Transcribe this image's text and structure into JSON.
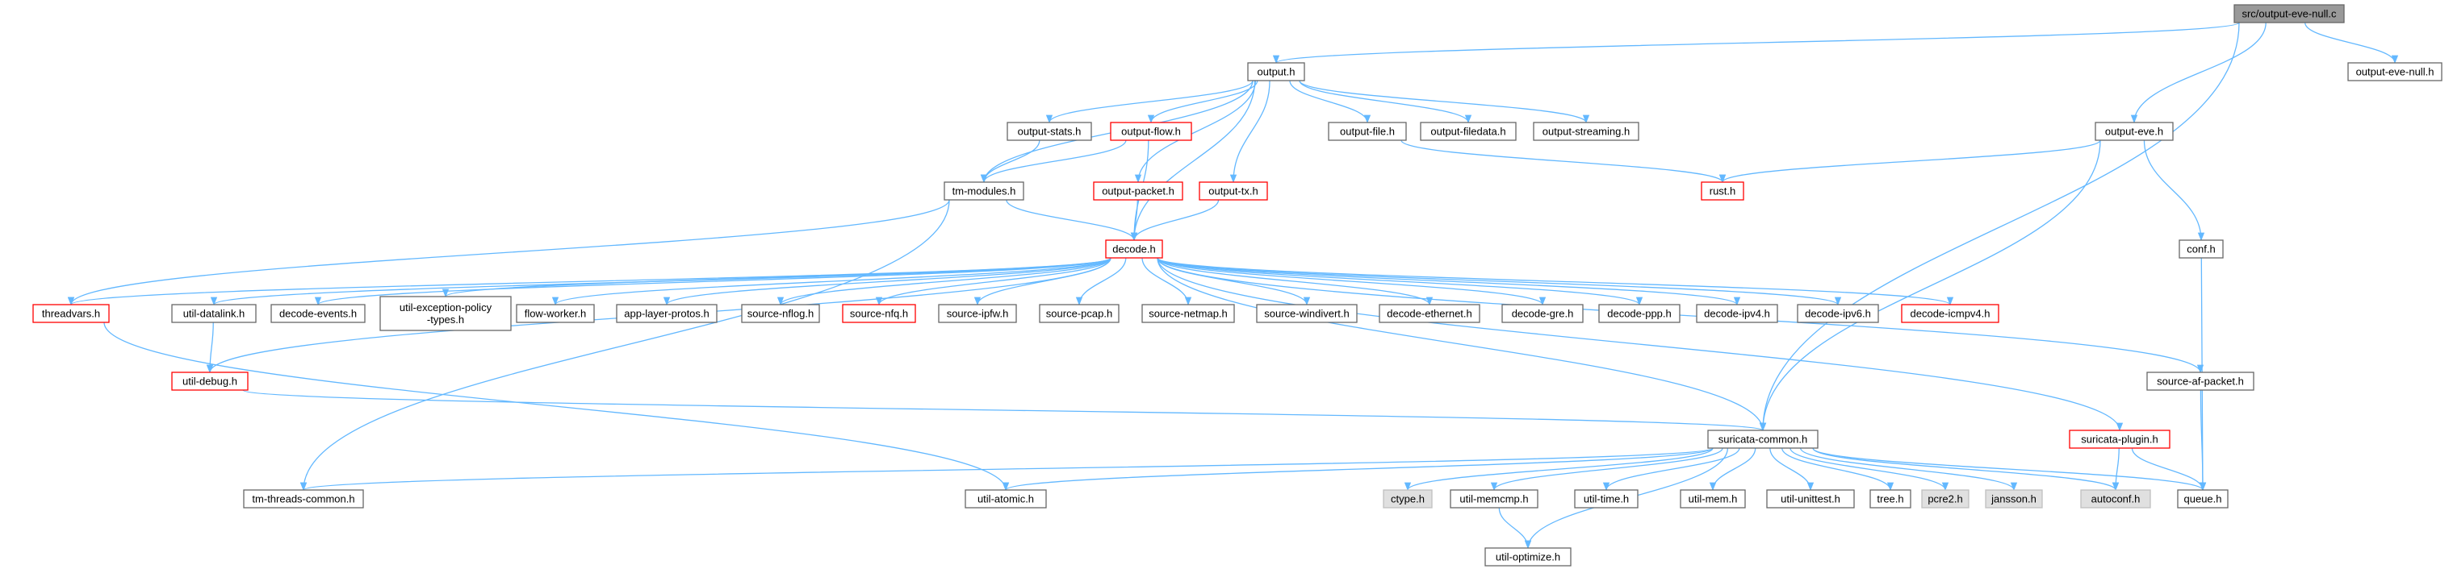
{
  "colors": {
    "edge": "#63b8ff",
    "border_normal": "#666666",
    "border_missing": "#ff0000",
    "fill_normal": "#ffffff",
    "fill_root": "#999999",
    "fill_system": "#e0e0e0",
    "text": "#000000"
  },
  "nodes": [
    {
      "id": "root",
      "label": "src/output-eve-null.c",
      "kind": "root"
    },
    {
      "id": "output_h",
      "label": "output.h",
      "kind": "normal"
    },
    {
      "id": "output_eve_null_h",
      "label": "output-eve-null.h",
      "kind": "normal"
    },
    {
      "id": "output_stats_h",
      "label": "output-stats.h",
      "kind": "normal"
    },
    {
      "id": "output_flow_h",
      "label": "output-flow.h",
      "kind": "missing"
    },
    {
      "id": "output_file_h",
      "label": "output-file.h",
      "kind": "normal"
    },
    {
      "id": "output_filedata_h",
      "label": "output-filedata.h",
      "kind": "normal"
    },
    {
      "id": "output_streaming_h",
      "label": "output-streaming.h",
      "kind": "normal"
    },
    {
      "id": "output_eve_h",
      "label": "output-eve.h",
      "kind": "normal"
    },
    {
      "id": "tm_modules_h",
      "label": "tm-modules.h",
      "kind": "normal"
    },
    {
      "id": "output_packet_h",
      "label": "output-packet.h",
      "kind": "missing"
    },
    {
      "id": "output_tx_h",
      "label": "output-tx.h",
      "kind": "missing"
    },
    {
      "id": "rust_h",
      "label": "rust.h",
      "kind": "missing"
    },
    {
      "id": "decode_h",
      "label": "decode.h",
      "kind": "missing"
    },
    {
      "id": "conf_h",
      "label": "conf.h",
      "kind": "normal"
    },
    {
      "id": "threadvars_h",
      "label": "threadvars.h",
      "kind": "missing"
    },
    {
      "id": "util_datalink_h",
      "label": "util-datalink.h",
      "kind": "normal"
    },
    {
      "id": "decode_events_h",
      "label": "decode-events.h",
      "kind": "normal"
    },
    {
      "id": "util_exception_h",
      "label": "util-exception-policy\n-types.h",
      "kind": "normal"
    },
    {
      "id": "flow_worker_h",
      "label": "flow-worker.h",
      "kind": "normal"
    },
    {
      "id": "app_layer_protos_h",
      "label": "app-layer-protos.h",
      "kind": "normal"
    },
    {
      "id": "source_nflog_h",
      "label": "source-nflog.h",
      "kind": "normal"
    },
    {
      "id": "source_nfq_h",
      "label": "source-nfq.h",
      "kind": "missing"
    },
    {
      "id": "source_ipfw_h",
      "label": "source-ipfw.h",
      "kind": "normal"
    },
    {
      "id": "source_pcap_h",
      "label": "source-pcap.h",
      "kind": "normal"
    },
    {
      "id": "source_netmap_h",
      "label": "source-netmap.h",
      "kind": "normal"
    },
    {
      "id": "source_windivert_h",
      "label": "source-windivert.h",
      "kind": "normal"
    },
    {
      "id": "decode_ethernet_h",
      "label": "decode-ethernet.h",
      "kind": "normal"
    },
    {
      "id": "decode_gre_h",
      "label": "decode-gre.h",
      "kind": "normal"
    },
    {
      "id": "decode_ppp_h",
      "label": "decode-ppp.h",
      "kind": "normal"
    },
    {
      "id": "decode_ipv4_h",
      "label": "decode-ipv4.h",
      "kind": "normal"
    },
    {
      "id": "decode_ipv6_h",
      "label": "decode-ipv6.h",
      "kind": "normal"
    },
    {
      "id": "decode_icmpv4_h",
      "label": "decode-icmpv4.h",
      "kind": "missing"
    },
    {
      "id": "util_debug_h",
      "label": "util-debug.h",
      "kind": "missing"
    },
    {
      "id": "source_af_packet_h",
      "label": "source-af-packet.h",
      "kind": "normal"
    },
    {
      "id": "suricata_common_h",
      "label": "suricata-common.h",
      "kind": "normal"
    },
    {
      "id": "suricata_plugin_h",
      "label": "suricata-plugin.h",
      "kind": "missing"
    },
    {
      "id": "tm_threads_common_h",
      "label": "tm-threads-common.h",
      "kind": "normal"
    },
    {
      "id": "util_atomic_h",
      "label": "util-atomic.h",
      "kind": "normal"
    },
    {
      "id": "ctype_h",
      "label": "ctype.h",
      "kind": "system"
    },
    {
      "id": "util_memcmp_h",
      "label": "util-memcmp.h",
      "kind": "normal"
    },
    {
      "id": "util_time_h",
      "label": "util-time.h",
      "kind": "normal"
    },
    {
      "id": "util_mem_h",
      "label": "util-mem.h",
      "kind": "normal"
    },
    {
      "id": "util_unittest_h",
      "label": "util-unittest.h",
      "kind": "normal"
    },
    {
      "id": "tree_h",
      "label": "tree.h",
      "kind": "normal"
    },
    {
      "id": "pcre2_h",
      "label": "pcre2.h",
      "kind": "system"
    },
    {
      "id": "jansson_h",
      "label": "jansson.h",
      "kind": "system"
    },
    {
      "id": "autoconf_h",
      "label": "autoconf.h",
      "kind": "system"
    },
    {
      "id": "queue_h",
      "label": "queue.h",
      "kind": "normal"
    },
    {
      "id": "util_optimize_h",
      "label": "util-optimize.h",
      "kind": "normal"
    }
  ],
  "edges": [
    [
      "root",
      "output_h"
    ],
    [
      "root",
      "output_eve_null_h"
    ],
    [
      "root",
      "output_eve_h"
    ],
    [
      "root",
      "suricata_common_h"
    ],
    [
      "output_h",
      "output_stats_h"
    ],
    [
      "output_h",
      "output_flow_h"
    ],
    [
      "output_h",
      "output_file_h"
    ],
    [
      "output_h",
      "output_filedata_h"
    ],
    [
      "output_h",
      "output_streaming_h"
    ],
    [
      "output_h",
      "tm_modules_h"
    ],
    [
      "output_h",
      "output_packet_h"
    ],
    [
      "output_h",
      "output_tx_h"
    ],
    [
      "output_h",
      "decode_h"
    ],
    [
      "output_stats_h",
      "tm_modules_h"
    ],
    [
      "output_flow_h",
      "tm_modules_h"
    ],
    [
      "output_flow_h",
      "decode_h"
    ],
    [
      "output_file_h",
      "rust_h"
    ],
    [
      "output_eve_h",
      "rust_h"
    ],
    [
      "output_eve_h",
      "conf_h"
    ],
    [
      "output_eve_h",
      "suricata_common_h"
    ],
    [
      "tm_modules_h",
      "decode_h"
    ],
    [
      "tm_modules_h",
      "threadvars_h"
    ],
    [
      "tm_modules_h",
      "tm_threads_common_h"
    ],
    [
      "output_packet_h",
      "decode_h"
    ],
    [
      "output_tx_h",
      "decode_h"
    ],
    [
      "decode_h",
      "threadvars_h"
    ],
    [
      "decode_h",
      "util_datalink_h"
    ],
    [
      "decode_h",
      "decode_events_h"
    ],
    [
      "decode_h",
      "util_exception_h"
    ],
    [
      "decode_h",
      "flow_worker_h"
    ],
    [
      "decode_h",
      "app_layer_protos_h"
    ],
    [
      "decode_h",
      "source_nflog_h"
    ],
    [
      "decode_h",
      "source_nfq_h"
    ],
    [
      "decode_h",
      "source_ipfw_h"
    ],
    [
      "decode_h",
      "source_pcap_h"
    ],
    [
      "decode_h",
      "source_netmap_h"
    ],
    [
      "decode_h",
      "source_windivert_h"
    ],
    [
      "decode_h",
      "decode_ethernet_h"
    ],
    [
      "decode_h",
      "decode_gre_h"
    ],
    [
      "decode_h",
      "decode_ppp_h"
    ],
    [
      "decode_h",
      "decode_ipv4_h"
    ],
    [
      "decode_h",
      "decode_ipv6_h"
    ],
    [
      "decode_h",
      "decode_icmpv4_h"
    ],
    [
      "decode_h",
      "util_debug_h"
    ],
    [
      "decode_h",
      "source_af_packet_h"
    ],
    [
      "decode_h",
      "suricata_plugin_h"
    ],
    [
      "decode_h",
      "suricata_common_h"
    ],
    [
      "conf_h",
      "queue_h"
    ],
    [
      "threadvars_h",
      "util_atomic_h"
    ],
    [
      "util_datalink_h",
      "util_debug_h"
    ],
    [
      "util_debug_h",
      "suricata_common_h"
    ],
    [
      "source_af_packet_h",
      "queue_h"
    ],
    [
      "suricata_plugin_h",
      "queue_h"
    ],
    [
      "suricata_plugin_h",
      "autoconf_h"
    ],
    [
      "suricata_common_h",
      "tm_threads_common_h"
    ],
    [
      "suricata_common_h",
      "util_atomic_h"
    ],
    [
      "suricata_common_h",
      "ctype_h"
    ],
    [
      "suricata_common_h",
      "util_memcmp_h"
    ],
    [
      "suricata_common_h",
      "util_time_h"
    ],
    [
      "suricata_common_h",
      "util_mem_h"
    ],
    [
      "suricata_common_h",
      "util_unittest_h"
    ],
    [
      "suricata_common_h",
      "tree_h"
    ],
    [
      "suricata_common_h",
      "pcre2_h"
    ],
    [
      "suricata_common_h",
      "jansson_h"
    ],
    [
      "suricata_common_h",
      "autoconf_h"
    ],
    [
      "suricata_common_h",
      "queue_h"
    ],
    [
      "suricata_common_h",
      "util_optimize_h"
    ],
    [
      "util_memcmp_h",
      "util_optimize_h"
    ]
  ]
}
